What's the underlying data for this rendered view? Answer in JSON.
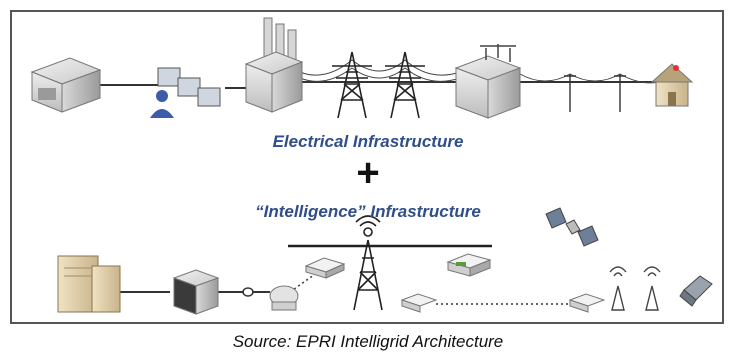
{
  "diagram": {
    "label_top": "Electrical Infrastructure",
    "plus_sign": "+",
    "label_bottom": "“Intelligence” Infrastructure",
    "label_color": "#2f4e8a"
  },
  "caption": {
    "source": "Source: EPRI Intelligrid Architecture"
  }
}
